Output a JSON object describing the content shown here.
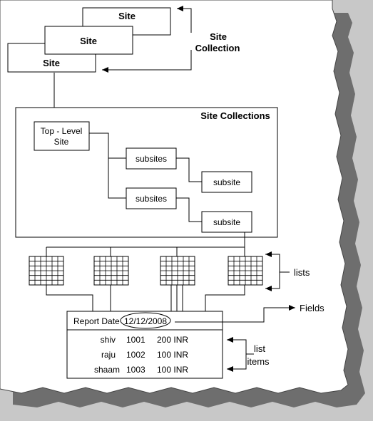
{
  "site_stack": {
    "labels": [
      "Site",
      "Site",
      "Site"
    ],
    "collection_label": [
      "Site",
      "Collection"
    ]
  },
  "site_collections": {
    "title": "Site Collections",
    "top_level_site": [
      "Top - Level",
      "Site"
    ],
    "subsites_label": "subsites",
    "subsite_label": "subsite"
  },
  "lists": {
    "label": "lists",
    "count": 4
  },
  "report": {
    "header_label": "Report Date",
    "header_date": "12/12/2008",
    "rows": [
      {
        "name": "shiv",
        "id": "1001",
        "amount": "200 INR"
      },
      {
        "name": "raju",
        "id": "1002",
        "amount": "100 INR"
      },
      {
        "name": "shaam",
        "id": "1003",
        "amount": "100 INR"
      }
    ]
  },
  "annotations": {
    "fields_label": "Fields",
    "list_items_label": [
      "list",
      "items"
    ]
  }
}
